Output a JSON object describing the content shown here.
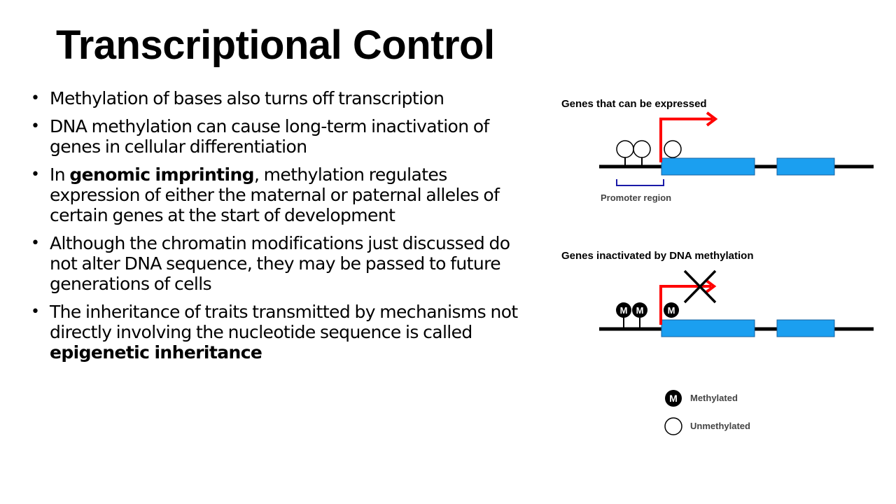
{
  "slide": {
    "title": "Transcriptional Control",
    "bullets": [
      [
        {
          "t": "Methylation of bases also turns off transcription",
          "b": false
        }
      ],
      [
        {
          "t": "DNA methylation can cause long-term inactivation of genes in cellular differentiation",
          "b": false
        }
      ],
      [
        {
          "t": "In ",
          "b": false
        },
        {
          "t": "genomic imprinting",
          "b": true
        },
        {
          "t": ", methylation regulates expression of either the maternal or paternal alleles of certain genes at the start of development",
          "b": false
        }
      ],
      [
        {
          "t": "Although the chromatin modifications just discussed do not alter DNA sequence, they may be passed to future generations of cells",
          "b": false
        }
      ],
      [
        {
          "t": "The inheritance of traits transmitted by mechanisms not directly involving the nucleotide sequence is called ",
          "b": false
        },
        {
          "t": "epigenetic inheritance",
          "b": true
        }
      ]
    ]
  },
  "diagram": {
    "expressed_title": "Genes that can be expressed",
    "promoter_label": "Promoter region",
    "inactivated_title": "Genes inactivated by DNA methylation",
    "methyl_mark": "M",
    "legend": {
      "methylated": "Methylated",
      "unmethylated": "Unmethylated"
    },
    "colors": {
      "gene_box": "#1b9ff0",
      "arrow": "#ff0000",
      "bracket": "#1a1aa8"
    }
  }
}
